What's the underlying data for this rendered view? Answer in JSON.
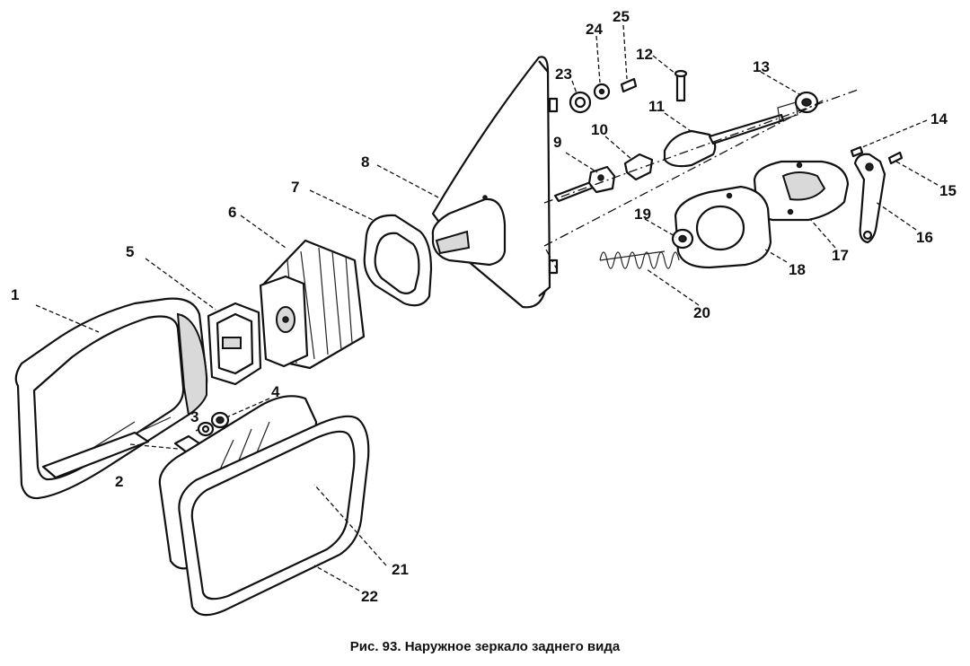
{
  "caption": "Рис. 93. Наружное зеркало заднего вида",
  "callouts": {
    "c1": "1",
    "c2": "2",
    "c3": "3",
    "c4": "4",
    "c5": "5",
    "c6": "6",
    "c7": "7",
    "c8": "8",
    "c9": "9",
    "c10": "10",
    "c11": "11",
    "c12": "12",
    "c13": "13",
    "c14": "14",
    "c15": "15",
    "c16": "16",
    "c17": "17",
    "c18": "18",
    "c19": "19",
    "c20": "20",
    "c21": "21",
    "c22": "22",
    "c23": "23",
    "c24": "24",
    "c25": "25"
  }
}
